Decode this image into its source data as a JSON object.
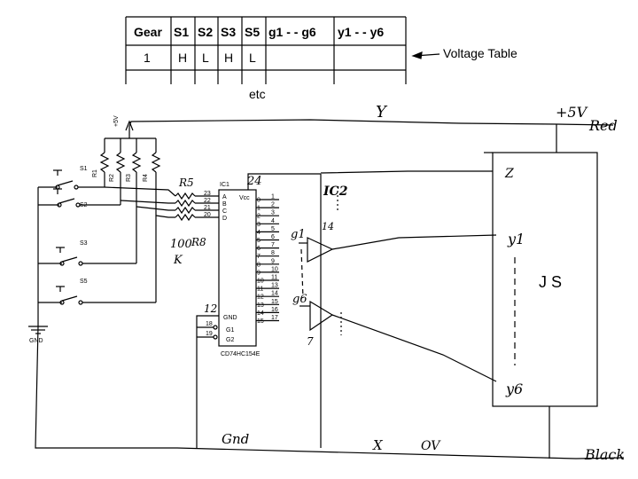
{
  "table": {
    "headers": [
      "Gear",
      "S1",
      "S2",
      "S3",
      "S5",
      "g1 - - g6",
      "y1 - -  y6"
    ],
    "row1": [
      "1",
      "H",
      "L",
      "H",
      "L",
      "",
      ""
    ],
    "etc": "etc"
  },
  "voltage_table_label": "Voltage Table",
  "labels": {
    "y_rail": "Y",
    "plus5v": "+5V",
    "red": "Red",
    "plus5v_small": "+5V",
    "switches": [
      "S1",
      "S2",
      "S3",
      "S5"
    ],
    "resistors": [
      "R1",
      "R2",
      "R3",
      "R4"
    ],
    "r5": "R5",
    "r8": "R8",
    "hundred": "100",
    "k": "K",
    "ic1": "IC1",
    "pin24": "24",
    "vcc": "Vcc",
    "ic_inputs": [
      "A",
      "B",
      "C",
      "D"
    ],
    "ic_input_pins": [
      "23",
      "22",
      "21",
      "20"
    ],
    "ic_outputs": [
      "0",
      "1",
      "2",
      "3",
      "4",
      "5",
      "6",
      "7",
      "8",
      "9",
      "10",
      "11",
      "12",
      "13",
      "14",
      "15"
    ],
    "ic_output_pins": [
      "1",
      "2",
      "3",
      "4",
      "5",
      "6",
      "7",
      "8",
      "9",
      "10",
      "11",
      "13",
      "14",
      "15",
      "16",
      "17"
    ],
    "gnd_pin": "GND",
    "g1_pin": "G1",
    "g2_pin": "G2",
    "pin12": "12",
    "pin18": "18",
    "pin19": "19",
    "part": "CD74HC154E",
    "ic2": "IC2",
    "g1": "g1",
    "g6": "g6",
    "pin14": "14",
    "pin7": "7",
    "z": "Z",
    "y1": "y1",
    "y6": "y6",
    "js": "J S",
    "gnd_left": "GND",
    "gnd": "Gnd",
    "x": "X",
    "ov": "OV",
    "black": "Black"
  }
}
